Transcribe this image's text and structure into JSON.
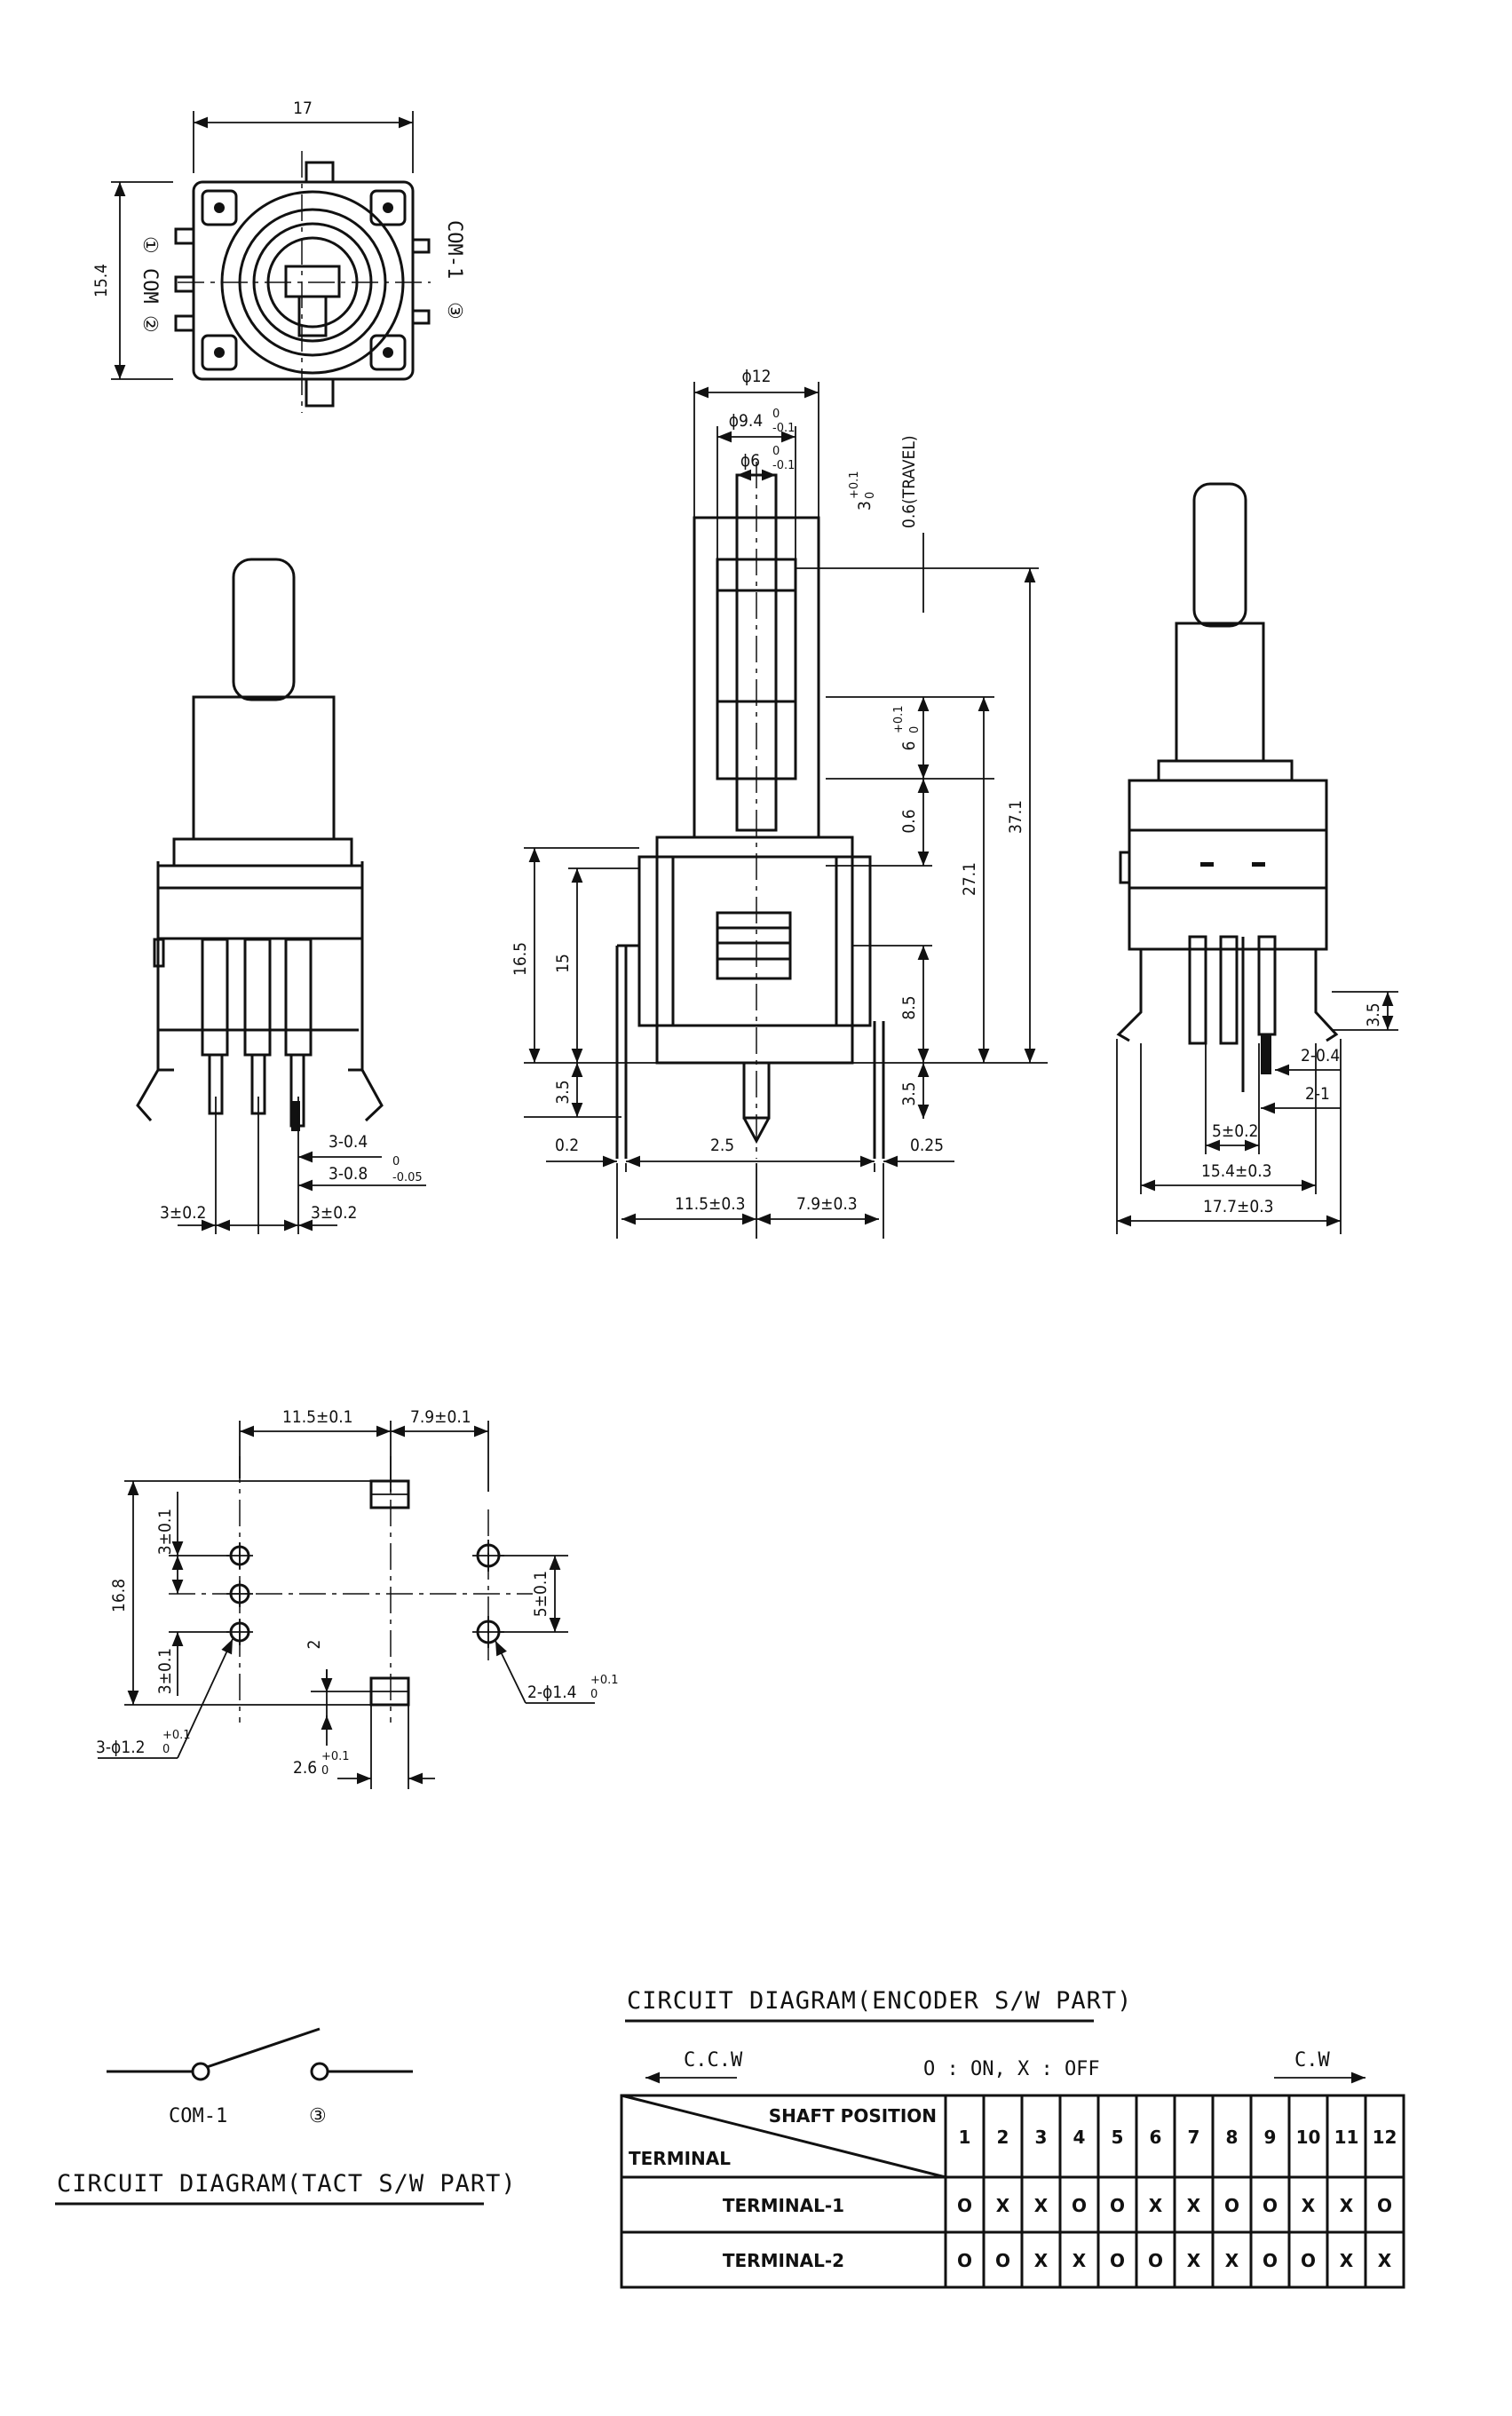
{
  "top_view": {
    "width_dim": "17",
    "height_dim": "15.4",
    "left_pin_1": "①",
    "left_label": "COM",
    "left_pin_2": "②",
    "right_label": "COM-1",
    "right_pin": "③"
  },
  "left_view": {
    "pin_width": "3-0.4",
    "pin_thick": "3-0.8",
    "pin_thick_tol_up": "0",
    "pin_thick_tol_dn": "-0.05",
    "pitch_left": "3±0.2",
    "pitch_right": "3±0.2"
  },
  "front_view": {
    "d12": "ϕ12",
    "d94": "ϕ9.4",
    "d94_tol_up": "0",
    "d94_tol_dn": "-0.1",
    "d6": "ϕ6",
    "d6_tol_up": "0",
    "d6_tol_dn": "-0.1",
    "flat": "3",
    "flat_tol_up": "+0.1",
    "flat_tol_dn": "0",
    "travel": "0.6(TRAVEL)",
    "h371": "37.1",
    "h271": "27.1",
    "h6": "6",
    "h6_tol_up": "+0.1",
    "h6_tol_dn": "0",
    "h06": "0.6",
    "h85": "8.5",
    "h35r": "3.5",
    "h165": "16.5",
    "h15": "15",
    "h35l": "3.5",
    "o02": "0.2",
    "w25": "2.5",
    "o025": "0.25",
    "w115": "11.5±0.3",
    "w79": "7.9±0.3"
  },
  "side_view": {
    "h35": "3.5",
    "t04": "2-0.4",
    "t1": "2-1",
    "w5": "5±0.2",
    "w154": "15.4±0.3",
    "w177": "17.7±0.3"
  },
  "footprint": {
    "w115": "11.5±0.1",
    "w79": "7.9±0.1",
    "h168": "16.8",
    "p3a": "3±0.1",
    "p3b": "3±0.1",
    "p5": "5±0.1",
    "off2": "2",
    "hole3": "3-ϕ1.2",
    "hole3_tol_up": "+0.1",
    "hole3_tol_dn": "0",
    "hole2": "2-ϕ1.4",
    "hole2_tol_up": "+0.1",
    "hole2_tol_dn": "0",
    "slot": "2.6",
    "slot_tol_up": "+0.1",
    "slot_tol_dn": "0"
  },
  "tact_circuit": {
    "com_label": "COM-1",
    "pin_label": "③",
    "caption": "CIRCUIT DIAGRAM(TACT S/W PART)"
  },
  "encoder_circuit": {
    "caption": "CIRCUIT DIAGRAM(ENCODER S/W PART)",
    "ccw": "C.C.W",
    "cw": "C.W",
    "legend": "O : ON, X : OFF",
    "header_shaft": "SHAFT POSITION",
    "header_terminal": "TERMINAL",
    "positions": [
      "1",
      "2",
      "3",
      "4",
      "5",
      "6",
      "7",
      "8",
      "9",
      "10",
      "11",
      "12"
    ],
    "rows": [
      {
        "label": "TERMINAL-1",
        "values": [
          "O",
          "X",
          "X",
          "O",
          "O",
          "X",
          "X",
          "O",
          "O",
          "X",
          "X",
          "O"
        ]
      },
      {
        "label": "TERMINAL-2",
        "values": [
          "O",
          "O",
          "X",
          "X",
          "O",
          "O",
          "X",
          "X",
          "O",
          "O",
          "X",
          "X"
        ]
      }
    ]
  }
}
